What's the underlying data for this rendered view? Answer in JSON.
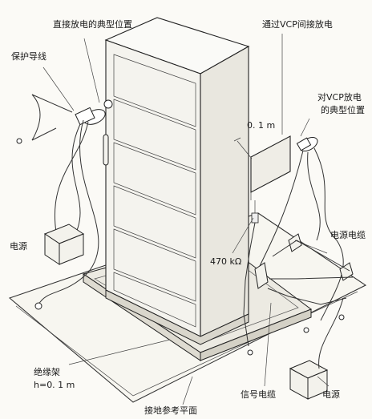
{
  "labels": {
    "typical_direct": "直接放电的典型位置",
    "indirect_vcp": "通过VCP间接放电",
    "ground_strap": "保护导线",
    "vcp_typical": "对VCP放电",
    "vcp_typical_2": "的典型位置",
    "dist": "0. 1 m",
    "power_left": "电源",
    "power_cable": "电源电缆",
    "resistor": "470 kΩ",
    "insulator": "绝缘架",
    "insulator_h": "h=0. 1 m",
    "signal_cable": "信号电缆",
    "power_right": "电源",
    "ground_plane": "接地参考平面"
  }
}
